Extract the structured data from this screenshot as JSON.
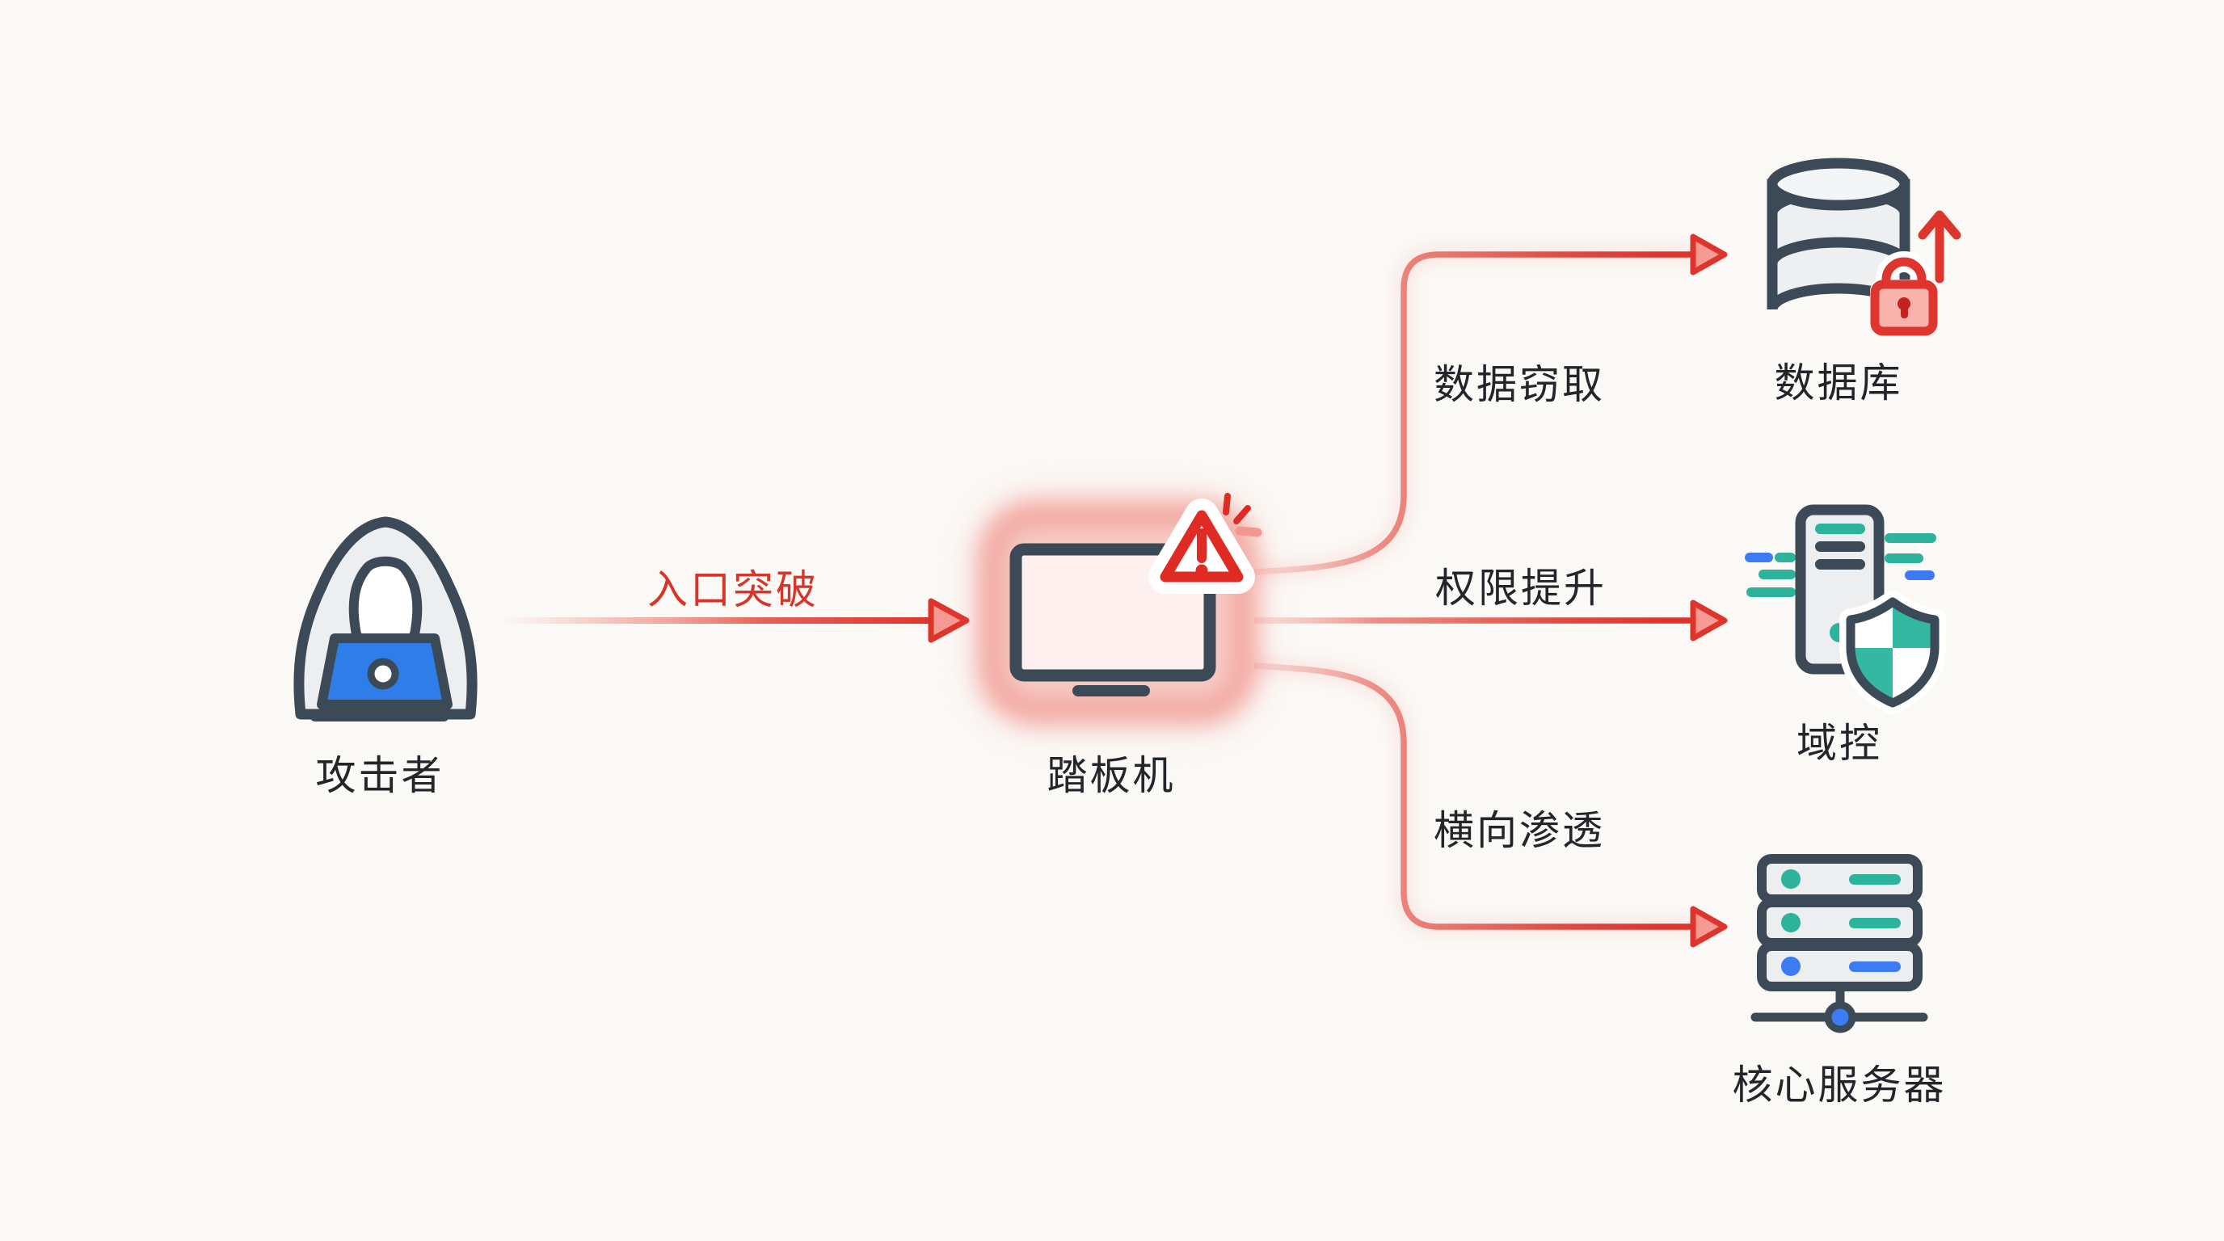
{
  "diagram": {
    "nodes": {
      "attacker": {
        "label": "攻击者",
        "icon": "hooded-hacker-laptop-icon"
      },
      "pivot": {
        "label": "踏板机",
        "icon": "compromised-monitor-warning-icon",
        "status": "compromised"
      },
      "database": {
        "label": "数据库",
        "icon": "database-lock-icon"
      },
      "domain_controller": {
        "label": "域控",
        "icon": "server-tower-shield-icon"
      },
      "core_server": {
        "label": "核心服务器",
        "icon": "server-rack-network-icon"
      }
    },
    "edges": {
      "entry": {
        "label": "入口突破",
        "from": "attacker",
        "to": "pivot"
      },
      "data_theft": {
        "label": "数据窃取",
        "from": "pivot",
        "to": "database"
      },
      "privilege_escalation": {
        "label": "权限提升",
        "from": "pivot",
        "to": "domain_controller"
      },
      "lateral_movement": {
        "label": "横向渗透",
        "from": "pivot",
        "to": "core_server"
      }
    },
    "colors": {
      "background": "#fbf9f6",
      "alert_red": "#dd342c",
      "glow_pink": "#ec6055",
      "outline_dark": "#3c4a57",
      "panel_gray": "#edeff1",
      "teal": "#2db39b",
      "blue": "#3d7bf5",
      "laptop_blue": "#2e7de9",
      "label_dark": "#22262a"
    }
  }
}
